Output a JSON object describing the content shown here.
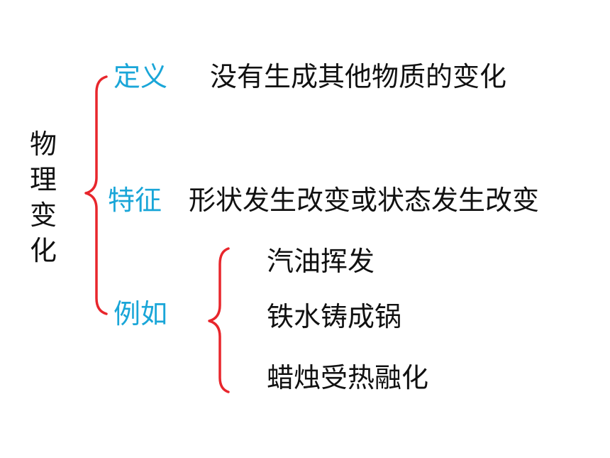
{
  "title_chars": [
    "物",
    "理",
    "变",
    "化"
  ],
  "rows": [
    {
      "label": "定义",
      "text": "没有生成其他物质的变化"
    },
    {
      "label": "特征",
      "text": "形状发生改变或状态发生改变"
    },
    {
      "label": "例如"
    }
  ],
  "examples": [
    "汽油挥发",
    "铁水铸成锅",
    "蜡烛受热融化"
  ],
  "colors": {
    "label": "#1aa6d8",
    "brace": "#e8262c",
    "text": "#111111"
  }
}
